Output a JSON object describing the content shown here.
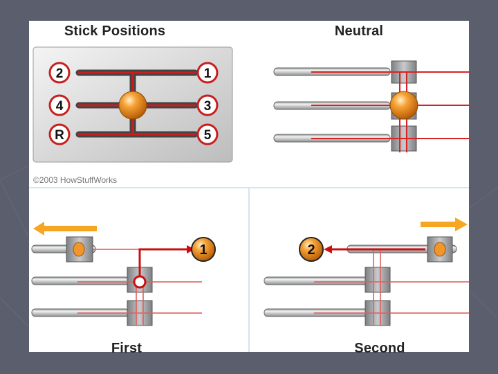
{
  "panels": {
    "stick_positions": {
      "title": "Stick Positions",
      "gears": {
        "g2": "2",
        "g4": "4",
        "gR": "R",
        "g1": "1",
        "g3": "3",
        "g5": "5"
      }
    },
    "neutral": {
      "title": "Neutral"
    },
    "first": {
      "title": "First",
      "gear_label": "1"
    },
    "second": {
      "title": "Second",
      "gear_label": "2"
    }
  },
  "copyright": "©2003 HowStuffWorks",
  "colors": {
    "slide_bg": "#5b5e6c",
    "rail_red": "#cc1f1f",
    "knob_orange": "#f08a14",
    "arrow_orange": "#f5a623",
    "rod_gray": "#b9bbbd",
    "fork_gray": "#a7a9ab"
  }
}
